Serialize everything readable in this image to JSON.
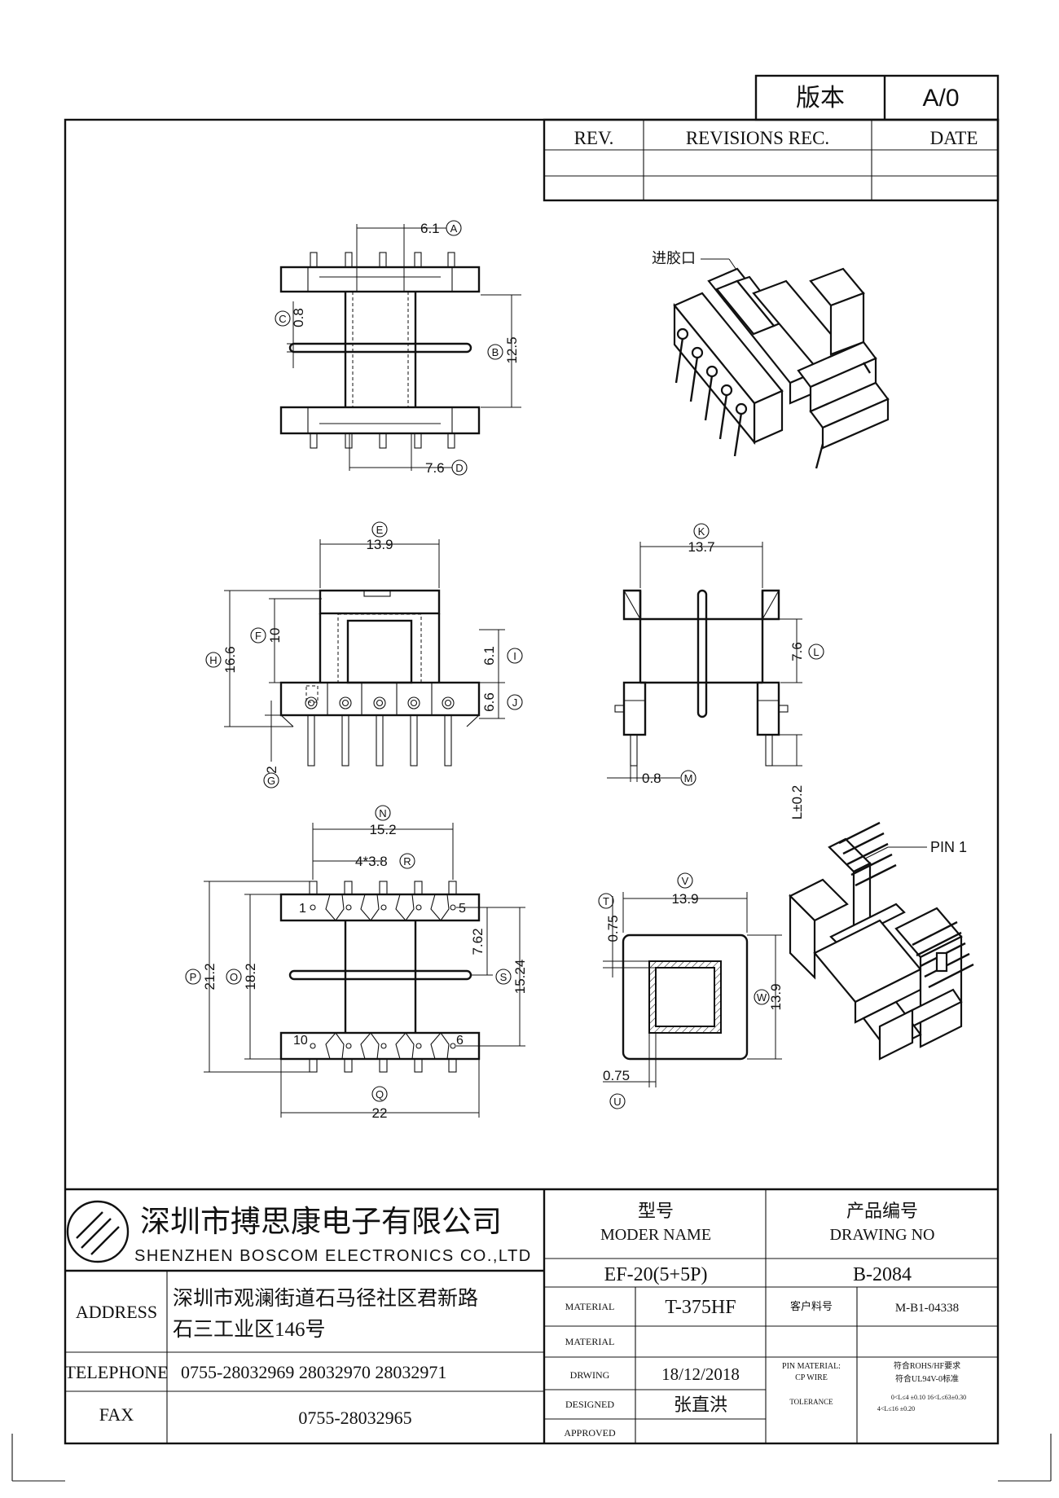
{
  "version_box": {
    "label": "版本",
    "value": "A/0"
  },
  "revisions": {
    "rev_header": "REV.",
    "rec_header": "REVISIONS REC.",
    "date_header": "DATE"
  },
  "view_top": {
    "dim_a": "6.1",
    "tag_a": "A",
    "dim_b": "12.5",
    "tag_b": "B",
    "dim_c": "0.8",
    "tag_c": "C",
    "dim_d": "7.6",
    "tag_d": "D"
  },
  "iso_top": {
    "gate_label": "进胶口"
  },
  "view_front": {
    "dim_e": "13.9",
    "tag_e": "E",
    "dim_f": "10",
    "tag_f": "F",
    "dim_h": "16.6",
    "tag_h": "H",
    "dim_i": "6.1",
    "tag_i": "I",
    "dim_j": "6.6",
    "tag_j": "J",
    "dim_g": "2",
    "tag_g": "G"
  },
  "view_side": {
    "dim_k": "13.7",
    "tag_k": "K",
    "dim_l76": "7.6",
    "tag_l76": "L",
    "dim_m": "0.8",
    "tag_m": "M",
    "dim_pin": "L±0.2"
  },
  "view_bottom": {
    "dim_n": "15.2",
    "tag_n": "N",
    "dim_r": "4*3.8",
    "tag_r": "R",
    "dim_p": "21.2",
    "tag_p": "P",
    "dim_o": "18.2",
    "tag_o": "O",
    "dim_762": "7.62",
    "dim_s": "15.24",
    "tag_s": "S",
    "dim_q": "22",
    "tag_q": "Q",
    "pin_1": "1",
    "pin_5": "5",
    "pin_10": "10",
    "pin_6": "6"
  },
  "view_section": {
    "dim_v": "13.9",
    "tag_v": "V",
    "dim_t": "0.75",
    "tag_t": "T",
    "dim_w": "13.9",
    "tag_w": "W",
    "dim_u": "0.75",
    "tag_u": "U"
  },
  "iso_bottom": {
    "pin1_label": "PIN 1"
  },
  "title_block": {
    "company_cn": "深圳市搏思康电子有限公司",
    "company_en": "SHENZHEN BOSCOM ELECTRONICS CO.,LTD",
    "model_cn": "型号",
    "model_en": "MODER NAME",
    "drawing_cn": "产品编号",
    "drawing_en": "DRAWING NO",
    "model_value": "EF-20(5+5P)",
    "drawing_value": "B-2084",
    "address_label": "ADDRESS",
    "address_line1": "深圳市观澜街道石马径社区君新路",
    "address_line2": "石三工业区146号",
    "telephone_label": "TELEPHONE",
    "telephone_value": "0755-28032969 28032970 28032971",
    "fax_label": "FAX",
    "fax_value": "0755-28032965",
    "material_label": "MATERIAL",
    "material_value": "T-375HF",
    "customer_label": "客户料号",
    "customer_value": "M-B1-04338",
    "material2_label": "MATERIAL",
    "material2_value": "",
    "drwing_label": "DRWING",
    "drwing_value": "18/12/2018",
    "pin_material_label": "PIN MATERIAL:",
    "cp_wire_label": "CP WIRE",
    "rohs_note": "符合ROHS/HF要求",
    "ul_note": "符合UL94V-0标准",
    "designed_label": "DESIGNED",
    "designed_value": "张直洪",
    "approved_label": "APPROVED",
    "approved_value": "",
    "tolerance_label": "TOLERANCE",
    "tol_line1": "0<L≤4 ±0.10  16<L≤63±0.30",
    "tol_line2": "4<L≤16 ±0.20"
  },
  "colors": {
    "ink": "#111111",
    "paper": "#ffffff"
  }
}
